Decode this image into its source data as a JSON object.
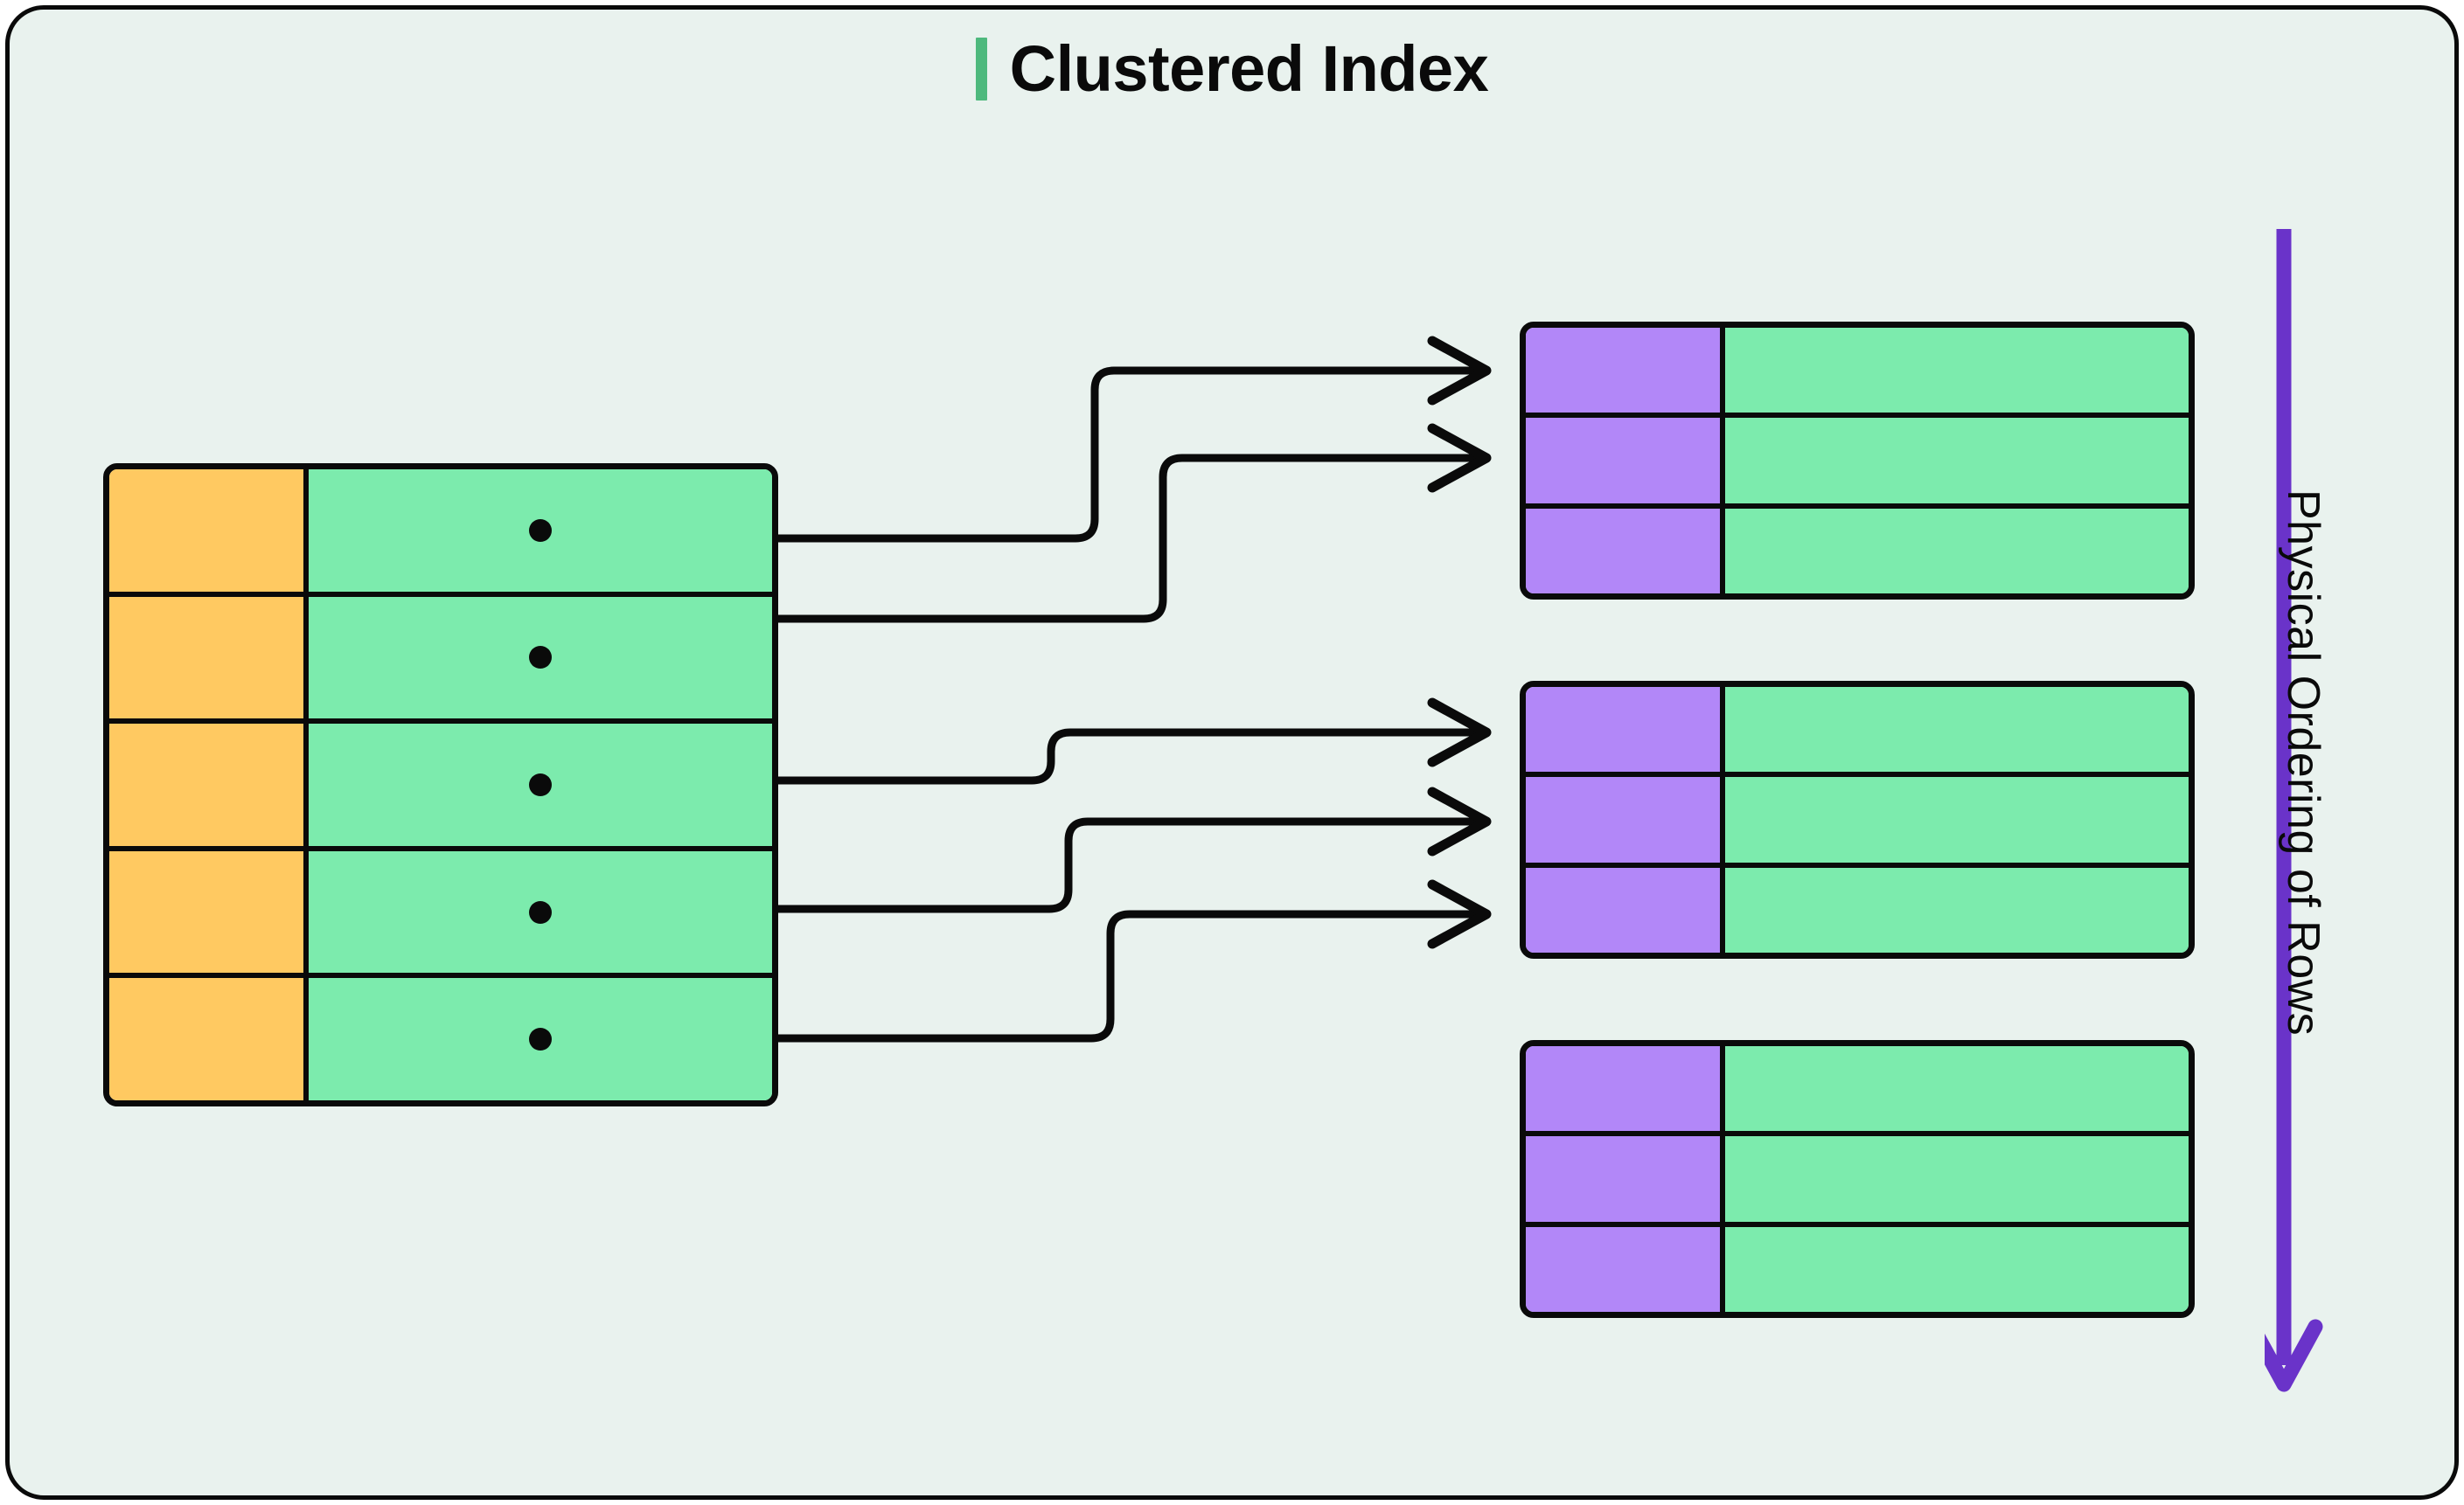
{
  "page": {
    "background_color": "#ffffff",
    "card_background": "#e9f2ee",
    "border_color": "#0a0a0a"
  },
  "header": {
    "title": "Clustered Index",
    "accent_color": "#4eb97d",
    "accent_name": "title-accent-bar"
  },
  "palette": {
    "key_orange": "#ffc961",
    "key_purple": "#b287f8",
    "data_green": "#7cebad",
    "line_black": "#0a0a0a",
    "arrow_purple": "#6a33c9"
  },
  "index_table": {
    "name": "index-table",
    "columns": [
      "key",
      "pointer"
    ],
    "row_count": 5,
    "rows": [
      {
        "key": "",
        "pointer": "•"
      },
      {
        "key": "",
        "pointer": "•"
      },
      {
        "key": "",
        "pointer": "•"
      },
      {
        "key": "",
        "pointer": "•"
      },
      {
        "key": "",
        "pointer": "•"
      }
    ]
  },
  "data_tables": [
    {
      "name": "data-table-1",
      "row_count": 3,
      "rows": [
        {
          "key": "",
          "data": ""
        },
        {
          "key": "",
          "data": ""
        },
        {
          "key": "",
          "data": ""
        }
      ]
    },
    {
      "name": "data-table-2",
      "row_count": 3,
      "rows": [
        {
          "key": "",
          "data": ""
        },
        {
          "key": "",
          "data": ""
        },
        {
          "key": "",
          "data": ""
        }
      ]
    },
    {
      "name": "data-table-3",
      "row_count": 3,
      "rows": [
        {
          "key": "",
          "data": ""
        },
        {
          "key": "",
          "data": ""
        },
        {
          "key": "",
          "data": ""
        }
      ]
    }
  ],
  "connectors": {
    "count": 5,
    "style": "orthogonal-elbow-with-arrowhead",
    "color": "#0a0a0a",
    "description": "Pointers from index rows to physical data rows"
  },
  "physical_ordering": {
    "label": "Physical Ordering of Rows",
    "arrow_color": "#6a33c9",
    "direction": "down"
  }
}
